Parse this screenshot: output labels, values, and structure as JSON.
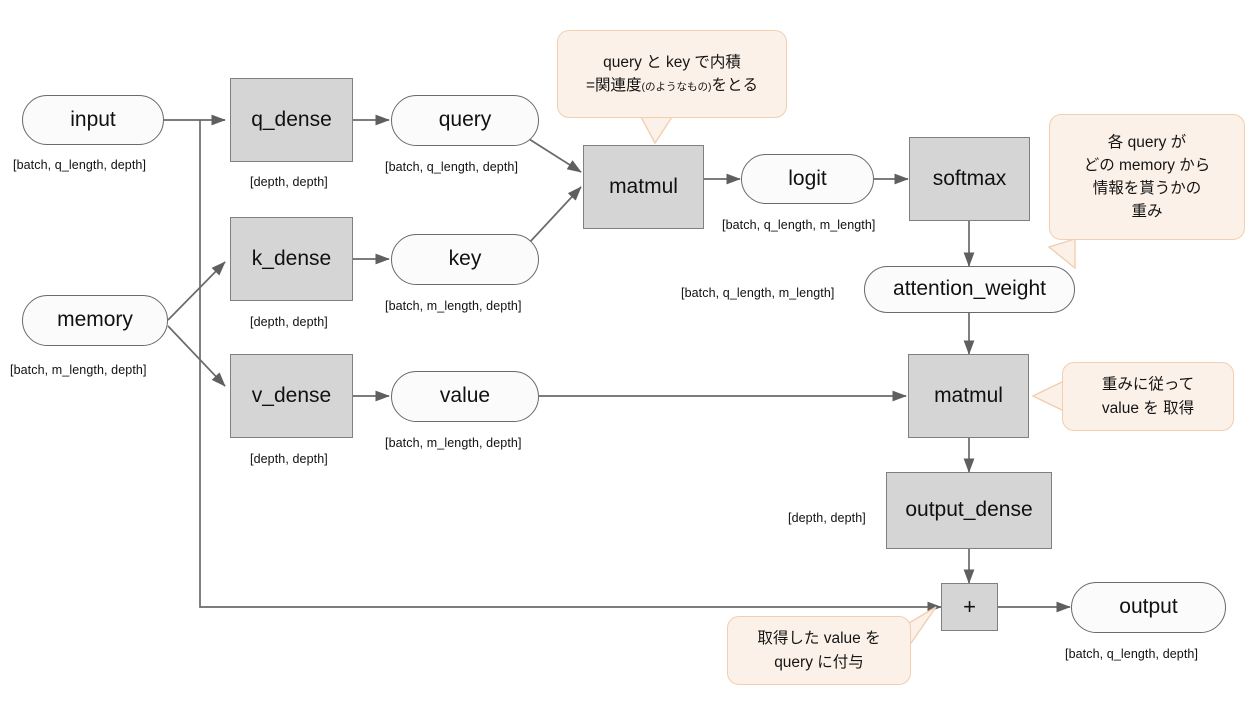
{
  "diagram": {
    "title": "Attention mechanism dataflow diagram",
    "colors": {
      "process_fill": "#d5d5d5",
      "process_stroke": "#808080",
      "terminal_fill": "#fbfbfb",
      "terminal_stroke": "#6a6a6a",
      "callout_fill": "#fcf1e8",
      "callout_stroke": "#f2cfae",
      "edge_stroke": "#666666"
    },
    "nodes": [
      {
        "id": "input",
        "label": "input",
        "kind": "terminal",
        "shape_label": "[batch, q_length, depth]"
      },
      {
        "id": "memory",
        "label": "memory",
        "kind": "terminal",
        "shape_label": "[batch, m_length, depth]"
      },
      {
        "id": "q_dense",
        "label": "q_dense",
        "kind": "process",
        "shape_label": "[depth, depth]"
      },
      {
        "id": "k_dense",
        "label": "k_dense",
        "kind": "process",
        "shape_label": "[depth, depth]"
      },
      {
        "id": "v_dense",
        "label": "v_dense",
        "kind": "process",
        "shape_label": "[depth, depth]"
      },
      {
        "id": "query",
        "label": "query",
        "kind": "terminal",
        "shape_label": "[batch, q_length, depth]"
      },
      {
        "id": "key",
        "label": "key",
        "kind": "terminal",
        "shape_label": "[batch, m_length, depth]"
      },
      {
        "id": "value",
        "label": "value",
        "kind": "terminal",
        "shape_label": "[batch, m_length, depth]"
      },
      {
        "id": "matmul_qk",
        "label": "matmul",
        "kind": "process",
        "shape_label": ""
      },
      {
        "id": "logit",
        "label": "logit",
        "kind": "terminal",
        "shape_label": "[batch, q_length, m_length]"
      },
      {
        "id": "softmax",
        "label": "softmax",
        "kind": "process",
        "shape_label": ""
      },
      {
        "id": "attention_weight",
        "label": "attention_weight",
        "kind": "terminal",
        "shape_label": "[batch, q_length, m_length]"
      },
      {
        "id": "matmul_av",
        "label": "matmul",
        "kind": "process",
        "shape_label": ""
      },
      {
        "id": "output_dense",
        "label": "output_dense",
        "kind": "process",
        "shape_label": "[depth, depth]"
      },
      {
        "id": "add",
        "label": "+",
        "kind": "process",
        "shape_label": ""
      },
      {
        "id": "output",
        "label": "output",
        "kind": "terminal",
        "shape_label": "[batch, q_length, depth]"
      }
    ],
    "callouts": [
      {
        "id": "callout-dotproduct",
        "line1": "query と key で内積",
        "line2_a": "=関連度",
        "line2_small": "(のようなもの)",
        "line2_b": "をとる",
        "points_to": "matmul_qk"
      },
      {
        "id": "callout-attention-weight",
        "line1": "各 query が",
        "line2": "どの memory から",
        "line3": "情報を貰うかの",
        "line4": "重み",
        "points_to": "attention_weight"
      },
      {
        "id": "callout-gather-value",
        "line1": "重みに従って",
        "line2": "value を 取得",
        "points_to": "matmul_av"
      },
      {
        "id": "callout-residual",
        "line1": "取得した value を",
        "line2": "query に付与",
        "points_to": "add"
      }
    ],
    "edges": [
      {
        "from": "input",
        "to": "q_dense"
      },
      {
        "from": "input",
        "to": "add",
        "note": "residual connection routed around the bottom"
      },
      {
        "from": "memory",
        "to": "k_dense"
      },
      {
        "from": "memory",
        "to": "v_dense"
      },
      {
        "from": "q_dense",
        "to": "query"
      },
      {
        "from": "k_dense",
        "to": "key"
      },
      {
        "from": "v_dense",
        "to": "value"
      },
      {
        "from": "query",
        "to": "matmul_qk"
      },
      {
        "from": "key",
        "to": "matmul_qk"
      },
      {
        "from": "matmul_qk",
        "to": "logit"
      },
      {
        "from": "logit",
        "to": "softmax"
      },
      {
        "from": "softmax",
        "to": "attention_weight"
      },
      {
        "from": "attention_weight",
        "to": "matmul_av"
      },
      {
        "from": "value",
        "to": "matmul_av"
      },
      {
        "from": "matmul_av",
        "to": "output_dense"
      },
      {
        "from": "output_dense",
        "to": "add"
      },
      {
        "from": "add",
        "to": "output"
      }
    ]
  }
}
